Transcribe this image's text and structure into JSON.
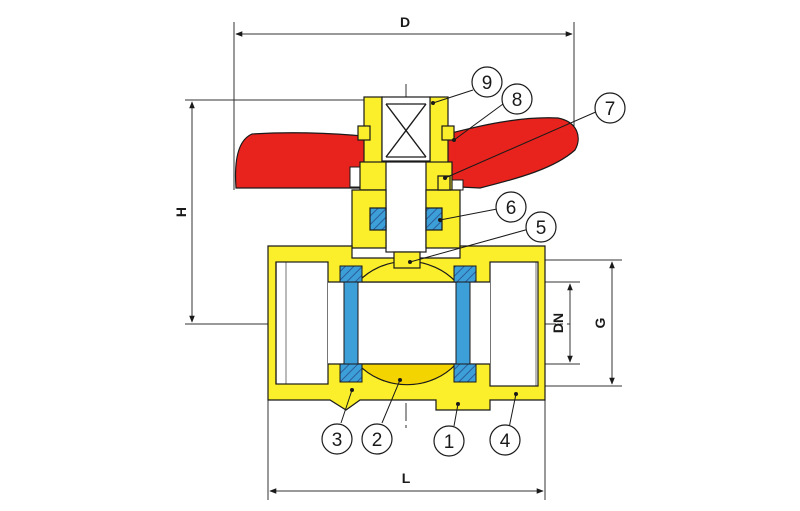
{
  "dimensions": {
    "D": "D",
    "H": "H",
    "L": "L",
    "G": "G",
    "DN": "DN"
  },
  "callouts": [
    "1",
    "2",
    "3",
    "4",
    "5",
    "6",
    "7",
    "8",
    "9"
  ],
  "colors": {
    "handle": "#e8221c",
    "body": "#fbee2a",
    "seal": "#3d9fd8",
    "seal_hatch": "#2a5c9a",
    "ball_shadow": "#f3d400",
    "outline": "#1a1a1a",
    "line": "#333333"
  }
}
